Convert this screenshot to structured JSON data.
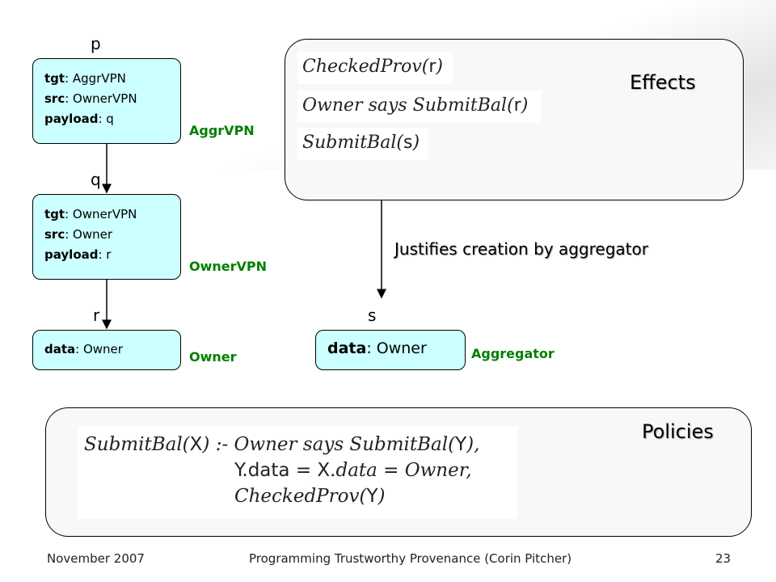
{
  "packets": [
    {
      "label_above": "p",
      "tgt": {
        "key": "tgt",
        "value": ": AggrVPN"
      },
      "src": {
        "key": "src",
        "value": ": OwnerVPN"
      },
      "payload": {
        "key": "payload",
        "value": ": q"
      },
      "owner": "AggrVPN"
    },
    {
      "label_above": "q",
      "tgt": {
        "key": "tgt",
        "value": ": OwnerVPN"
      },
      "src": {
        "key": "src",
        "value": ": Owner"
      },
      "payload": {
        "key": "payload",
        "value": ": r"
      },
      "owner": "OwnerVPN"
    },
    {
      "label_above": "r",
      "data": {
        "key": "data",
        "value": ": Owner"
      },
      "owner": "Owner"
    }
  ],
  "new_packet": {
    "label_above": "s",
    "data": {
      "key": "data",
      "value": ": Owner"
    },
    "owner": "Aggregator"
  },
  "effects": {
    "title": "Effects",
    "facts": [
      {
        "pred": "CheckedProv(",
        "arg": "r",
        "close": ")"
      },
      {
        "pred": "Owner says SubmitBal(",
        "arg": "r",
        "close": ")"
      },
      {
        "pred": "SubmitBal(",
        "arg": "s",
        "close": ")"
      }
    ]
  },
  "justification": "Justifies creation by aggregator",
  "policies": {
    "title": "Policies",
    "lines": [
      {
        "a": "SubmitBal(",
        "b": "X",
        "c": ") :- Owner says SubmitBal(",
        "d": "Y",
        "e": "),"
      },
      {
        "a": "",
        "b": "Y",
        "c": ".data = ",
        "d": "X",
        "e": ".data = Owner,"
      },
      {
        "a": "CheckedProv(",
        "b": "Y",
        "c": ")",
        "d": "",
        "e": ""
      }
    ]
  },
  "footer": {
    "date": "November 2007",
    "title": "Programming Trustworthy Provenance (Corin Pitcher)",
    "page": "23"
  },
  "colors": {
    "packet_fill": "#ccffff",
    "owner_label": "#008000",
    "pointer_arrow": "#cc0000"
  }
}
